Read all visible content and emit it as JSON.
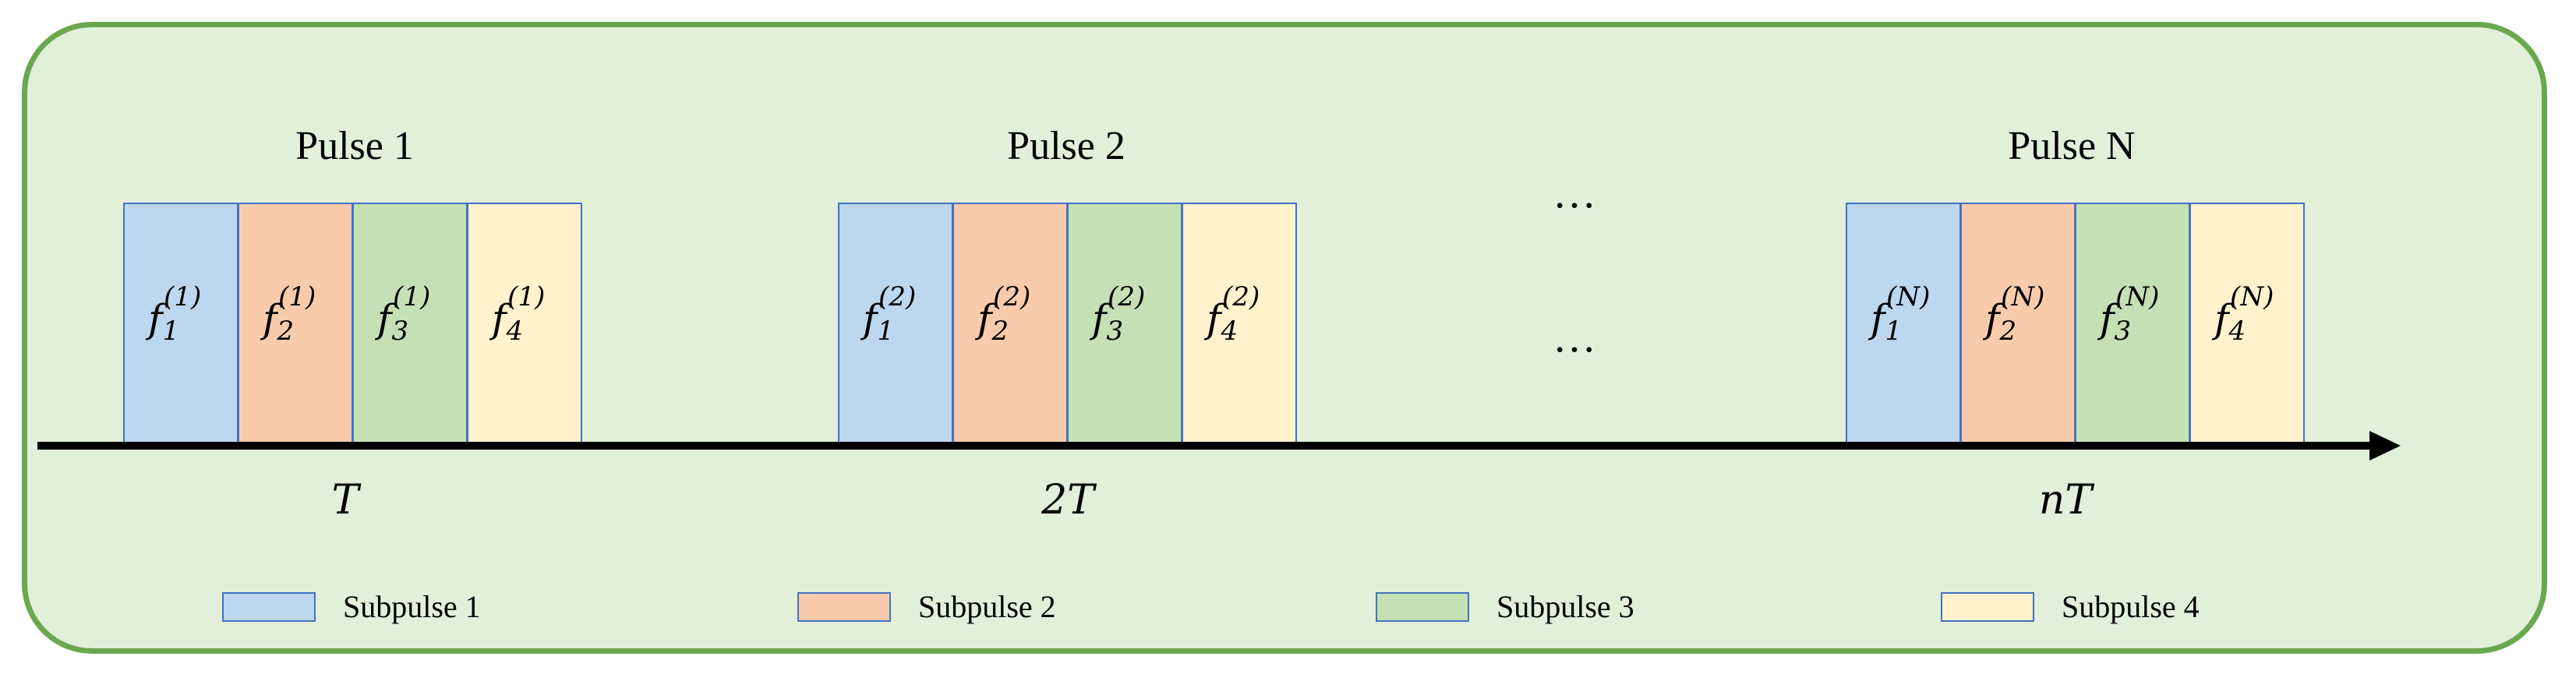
{
  "pulses": [
    {
      "title": "Pulse 1",
      "time": "T",
      "subpulses": [
        {
          "base": "f",
          "sub": "1",
          "sup": "(1)"
        },
        {
          "base": "f",
          "sub": "2",
          "sup": "(1)"
        },
        {
          "base": "f",
          "sub": "3",
          "sup": "(1)"
        },
        {
          "base": "f",
          "sub": "4",
          "sup": "(1)"
        }
      ]
    },
    {
      "title": "Pulse 2",
      "time": "2T",
      "subpulses": [
        {
          "base": "f",
          "sub": "1",
          "sup": "(2)"
        },
        {
          "base": "f",
          "sub": "2",
          "sup": "(2)"
        },
        {
          "base": "f",
          "sub": "3",
          "sup": "(2)"
        },
        {
          "base": "f",
          "sub": "4",
          "sup": "(2)"
        }
      ]
    },
    {
      "title": "Pulse N",
      "time": "nT",
      "subpulses": [
        {
          "base": "f",
          "sub": "1",
          "sup": "(N)"
        },
        {
          "base": "f",
          "sub": "2",
          "sup": "(N)"
        },
        {
          "base": "f",
          "sub": "3",
          "sup": "(N)"
        },
        {
          "base": "f",
          "sub": "4",
          "sup": "(N)"
        }
      ]
    }
  ],
  "ellipsis_top": "…",
  "ellipsis_middle": "…",
  "legend": [
    {
      "label": "Subpulse 1",
      "color": "#bdd7ee"
    },
    {
      "label": "Subpulse 2",
      "color": "#f8cbad"
    },
    {
      "label": "Subpulse 3",
      "color": "#c5e0b4"
    },
    {
      "label": "Subpulse 4",
      "color": "#fff2cc"
    }
  ],
  "colors": {
    "frame_border": "#6aa84f",
    "frame_fill": "#e2efd9",
    "subpulse_border": "#4472c4",
    "axis": "#000000"
  }
}
